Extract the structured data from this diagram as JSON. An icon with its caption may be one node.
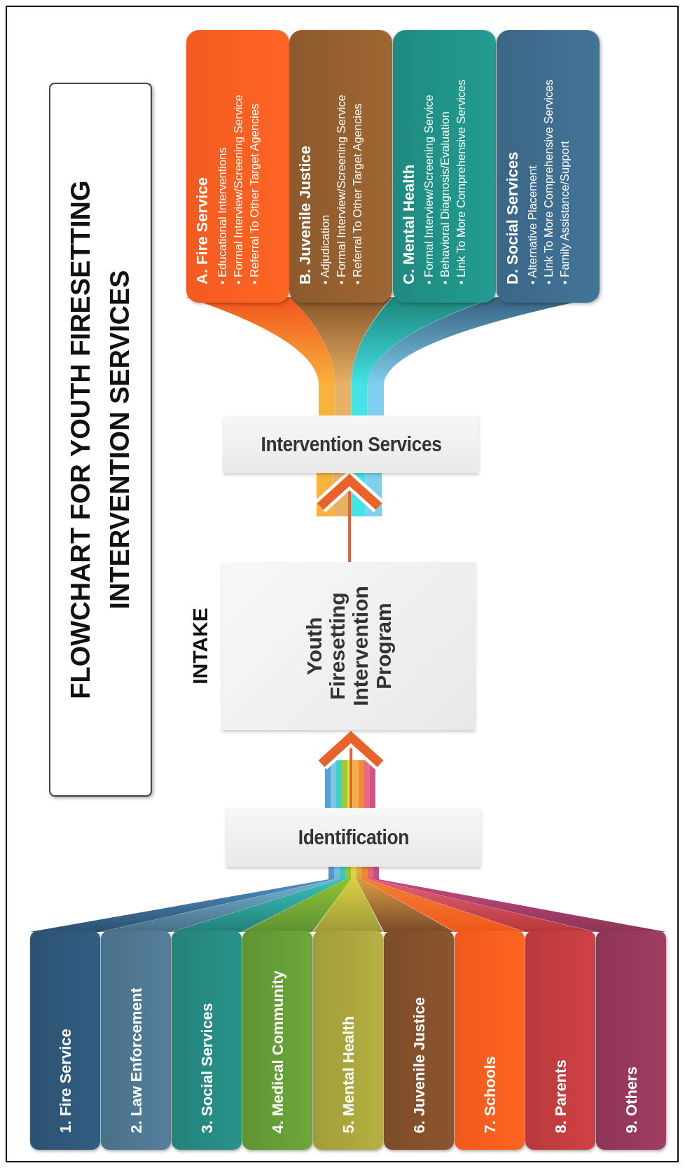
{
  "diagram": {
    "title": "FLOWCHART FOR YOUTH FIRESETTING INTERVENTION SERVICES",
    "nodes": [
      {
        "text": [
          "1. Fire Service"
        ]
      },
      {
        "text": [
          "2. Law Enforcement"
        ]
      },
      {
        "text": [
          "3. Social Services"
        ]
      },
      {
        "text": [
          "4. Medical Community"
        ]
      },
      {
        "text": [
          "5. Mental Health"
        ]
      },
      {
        "text": [
          "6. Juvenile Justice"
        ]
      },
      {
        "text": [
          "7. Schools"
        ]
      },
      {
        "text": [
          "8. Parents"
        ]
      },
      {
        "text": [
          "9. Others"
        ]
      },
      {
        "text": [
          "Identification"
        ]
      },
      {
        "text": [
          "Youth Firesetting Intervention Program"
        ],
        "beside": [
          "INTAKE"
        ]
      },
      {
        "text": [
          "Intervention Services"
        ]
      },
      {
        "text": [
          "A. Fire Service",
          "• Educational Interventions",
          "• Formal Interview/Screening Service",
          "• Referral To Other Target Agencies"
        ]
      },
      {
        "text": [
          "B. Juvenile Justice",
          "• Adjudication",
          "• Formal Interview/Screening Service",
          "• Referral To Other Target Agencies"
        ]
      },
      {
        "text": [
          "C. Mental Health",
          "• Formal Interview/Screening Service",
          "• Behavioral Diagnosis/Evaluation",
          "• Link To More Comprehensive Services"
        ]
      },
      {
        "text": [
          "D. Social Services",
          "• Alternative Placement",
          "• Link To More Comprehensive Services",
          "• Family Assistance/Support"
        ]
      }
    ],
    "edges": [
      {
        "from": 0,
        "to": 9,
        "arrow": "none",
        "color": "#5b9fd6"
      },
      {
        "from": 1,
        "to": 9,
        "arrow": "none",
        "color": "#7cc6e6"
      },
      {
        "from": 2,
        "to": 9,
        "arrow": "none",
        "color": "#3fd0cc"
      },
      {
        "from": 3,
        "to": 9,
        "arrow": "none",
        "color": "#9ccc35"
      },
      {
        "from": 4,
        "to": 9,
        "arrow": "none",
        "color": "#e6dc44"
      },
      {
        "from": 5,
        "to": 9,
        "arrow": "none",
        "color": "#eeb04a"
      },
      {
        "from": 6,
        "to": 9,
        "arrow": "none",
        "color": "#f28a3a"
      },
      {
        "from": 7,
        "to": 9,
        "arrow": "none",
        "color": "#ea6a84"
      },
      {
        "from": 8,
        "to": 9,
        "arrow": "none",
        "color": "#d2508c"
      },
      {
        "from": 9,
        "to": 10,
        "arrow": "to"
      },
      {
        "from": 10,
        "to": 11,
        "arrow": "to"
      },
      {
        "from": 11,
        "to": 12,
        "arrow": "none",
        "color": "#f7b33c"
      },
      {
        "from": 11,
        "to": 13,
        "arrow": "none",
        "color": "#e8b266"
      },
      {
        "from": 11,
        "to": 14,
        "arrow": "none",
        "color": "#43e3e6"
      },
      {
        "from": 11,
        "to": 15,
        "arrow": "none",
        "color": "#7fd0ee"
      }
    ]
  }
}
